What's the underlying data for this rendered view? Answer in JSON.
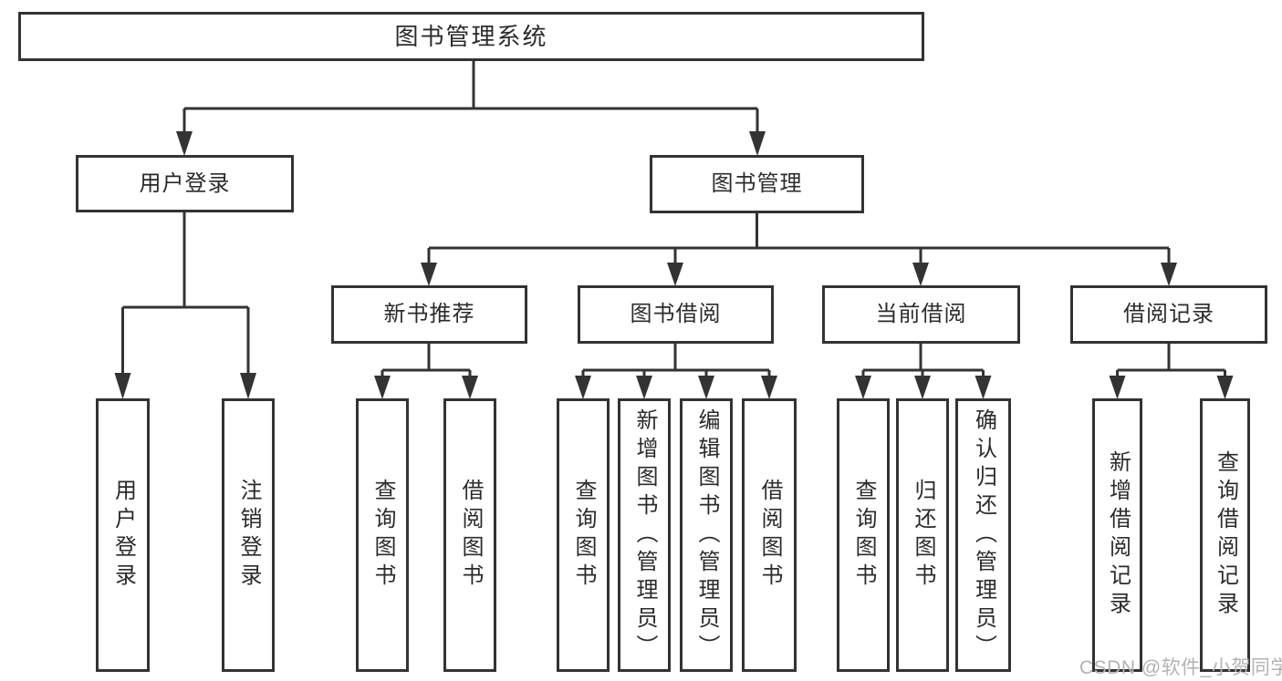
{
  "tree": {
    "label": "图书管理系统",
    "children": [
      {
        "label": "用户登录",
        "children": [
          {
            "label": "用户登录"
          },
          {
            "label": "注销登录"
          }
        ]
      },
      {
        "label": "图书管理",
        "children": [
          {
            "label": "新书推荐",
            "children": [
              {
                "label": "查询图书"
              },
              {
                "label": "借阅图书"
              }
            ]
          },
          {
            "label": "图书借阅",
            "children": [
              {
                "label": "查询图书"
              },
              {
                "label": "新增图书（管理员）"
              },
              {
                "label": "编辑图书（管理员）"
              },
              {
                "label": "借阅图书"
              }
            ]
          },
          {
            "label": "当前借阅",
            "children": [
              {
                "label": "查询图书"
              },
              {
                "label": "归还图书"
              },
              {
                "label": "确认归还（管理员）"
              }
            ]
          },
          {
            "label": "借阅记录",
            "children": [
              {
                "label": "新增借阅记录"
              },
              {
                "label": "查询借阅记录"
              }
            ]
          }
        ]
      }
    ]
  },
  "watermark": {
    "text": "CSDN @软件_小贺同学"
  },
  "colors": {
    "line": "#333333",
    "box_border": "#333333",
    "text": "#2b2b2b",
    "background": "#ffffff",
    "watermark": "#b3b3b3"
  }
}
